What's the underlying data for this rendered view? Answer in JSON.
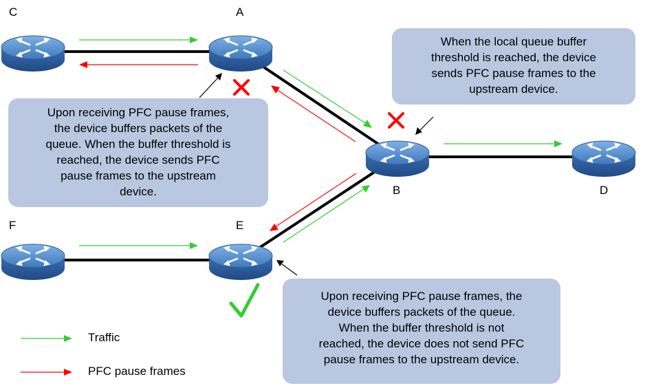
{
  "nodes": {
    "A": "A",
    "B": "B",
    "C": "C",
    "D": "D",
    "E": "E",
    "F": "F"
  },
  "callouts": {
    "device_a": [
      "Upon receiving PFC pause frames,",
      "the device buffers packets of the",
      "queue. When the buffer threshold is",
      "reached, the device sends PFC",
      "pause frames to the upstream",
      "device."
    ],
    "device_b": [
      "When the local queue buffer",
      "threshold is reached, the device",
      "sends PFC pause frames to the",
      "upstream device."
    ],
    "device_e": [
      "Upon receiving PFC pause frames, the",
      "device buffers packets of the queue.",
      "When the buffer threshold is not",
      "reached, the device does not send PFC",
      "pause frames to the upstream device."
    ]
  },
  "legend": {
    "traffic": "Traffic",
    "pause": "PFC pause frames"
  },
  "colors": {
    "traffic_arrow": "#33cc33",
    "pause_arrow": "#ff0000",
    "callout_bg": "#b9c7e0",
    "router_body": "#4a7fc0",
    "check_mark": "#33cc33",
    "cross_mark": "#ff0000"
  },
  "icons": {
    "router": "router-icon",
    "cross": "cross-icon",
    "check": "check-icon"
  }
}
